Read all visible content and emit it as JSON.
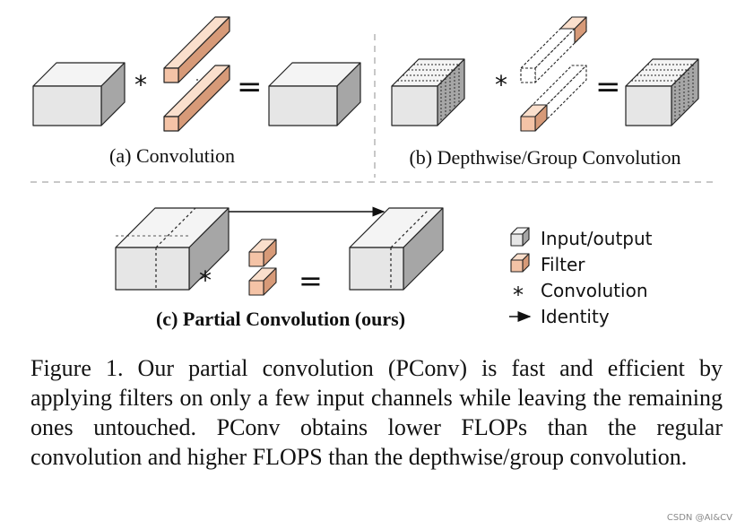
{
  "panels": {
    "a": {
      "label": "(a) Convolution"
    },
    "b": {
      "label": "(b) Depthwise/Group Convolution"
    },
    "c": {
      "label": "(c) Partial Convolution (ours)"
    }
  },
  "operators": {
    "convolve": "*",
    "equals": "="
  },
  "legend": [
    {
      "icon": "input-output-cube-icon",
      "label": "Input/output"
    },
    {
      "icon": "filter-cube-icon",
      "label": "Filter"
    },
    {
      "icon": "asterisk-icon",
      "label": "Convolution"
    },
    {
      "icon": "arrow-right-icon",
      "label": "Identity"
    }
  ],
  "colors": {
    "block_front": "#e6e6e6",
    "block_top": "#f4f4f4",
    "block_side": "#a6a6a6",
    "filter_front": "#f4c3a6",
    "filter_top": "#fadfcc",
    "filter_side": "#d79a78",
    "separator": "#c8c8c8"
  },
  "caption": "Figure 1. Our partial convolution (PConv) is fast and efficient by applying filters on only a few input channels while leaving the remaining ones untouched. PConv obtains lower FLOPs than the regular convolution and higher FLOPS than the depthwise/group convolution.",
  "watermark": "CSDN @AI&CV"
}
